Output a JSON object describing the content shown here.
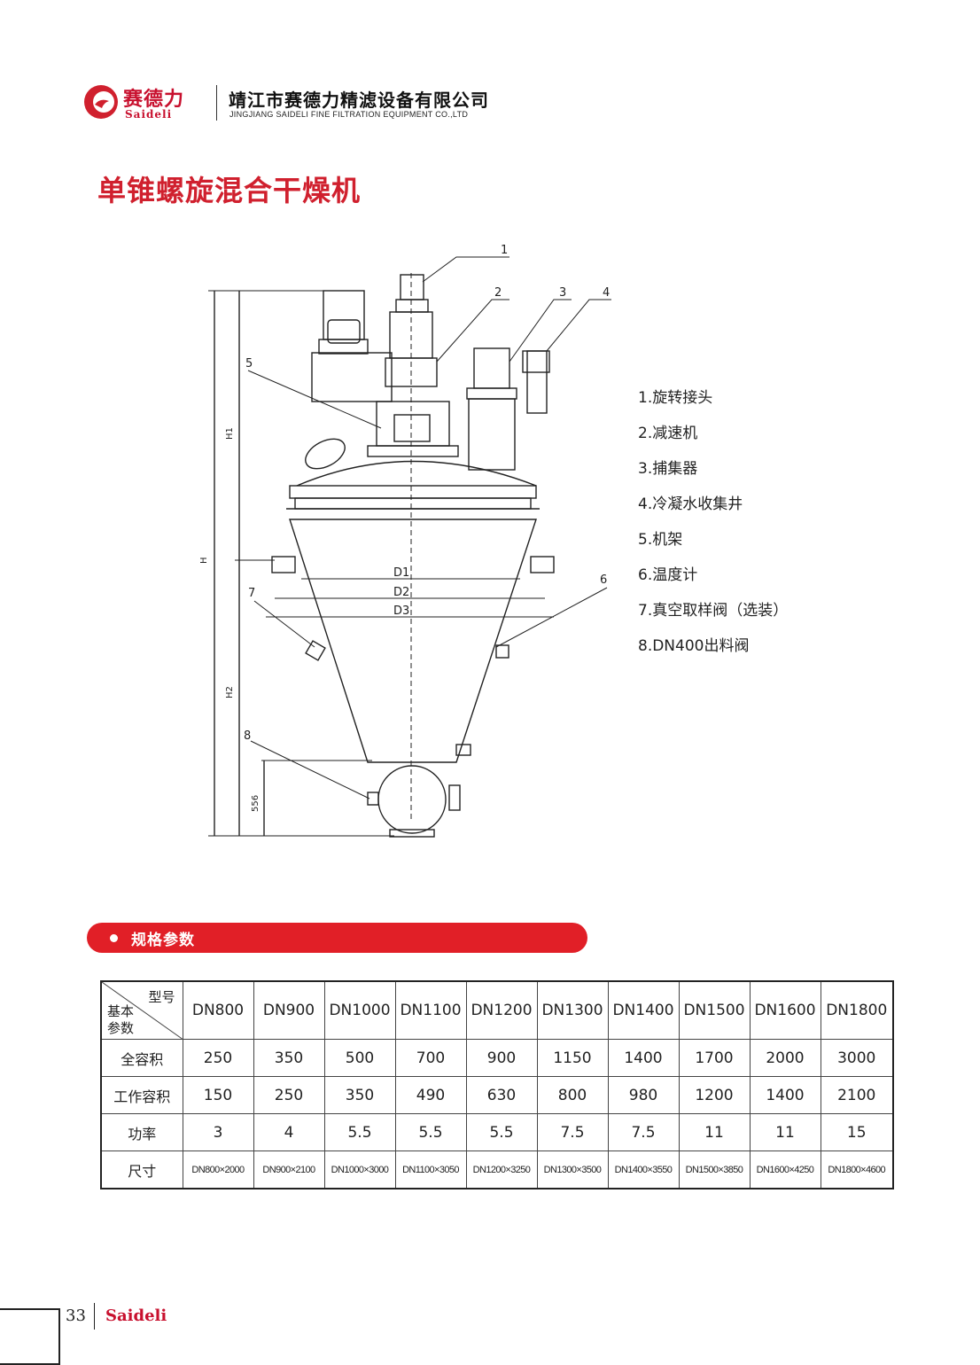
{
  "header": {
    "logo_cn": "赛德力",
    "logo_en": "Saideli",
    "company_cn": "靖江市赛德力精滤设备有限公司",
    "company_en": "JINGJIANG SAIDELI FINE FILTRATION EQUIPMENT CO.,LTD"
  },
  "page_title": "单锥螺旋混合干燥机",
  "drawing": {
    "callouts": [
      "1",
      "2",
      "3",
      "4",
      "5",
      "6",
      "7",
      "8"
    ],
    "dimensions": [
      "H",
      "H1",
      "H2",
      "556",
      "D1",
      "D2",
      "D3"
    ]
  },
  "legend": [
    "1.旋转接头",
    "2.减速机",
    "3.捕集器",
    "4.冷凝水收集井",
    "5.机架",
    "6.温度计",
    "7.真空取样阀（选装）",
    "8.DN400出料阀"
  ],
  "section": {
    "title": "规格参数"
  },
  "table": {
    "corner_top": "型号",
    "corner_bottom_1": "基本",
    "corner_bottom_2": "参数",
    "models": [
      "DN800",
      "DN900",
      "DN1000",
      "DN1100",
      "DN1200",
      "DN1300",
      "DN1400",
      "DN1500",
      "DN1600",
      "DN1800"
    ],
    "rows": [
      {
        "label": "全容积",
        "values": [
          "250",
          "350",
          "500",
          "700",
          "900",
          "1150",
          "1400",
          "1700",
          "2000",
          "3000"
        ]
      },
      {
        "label": "工作容积",
        "values": [
          "150",
          "250",
          "350",
          "490",
          "630",
          "800",
          "980",
          "1200",
          "1400",
          "2100"
        ]
      },
      {
        "label": "功率",
        "values": [
          "3",
          "4",
          "5.5",
          "5.5",
          "5.5",
          "7.5",
          "7.5",
          "11",
          "11",
          "15"
        ]
      },
      {
        "label": "尺寸",
        "values": [
          "DN800×2000",
          "DN900×2100",
          "DN1000×3000",
          "DN1100×3050",
          "DN1200×3250",
          "DN1300×3500",
          "DN1400×3550",
          "DN1500×3850",
          "DN1600×4250",
          "DN1800×4600"
        ]
      }
    ]
  },
  "footer": {
    "page_number": "33",
    "brand": "Saideli"
  }
}
